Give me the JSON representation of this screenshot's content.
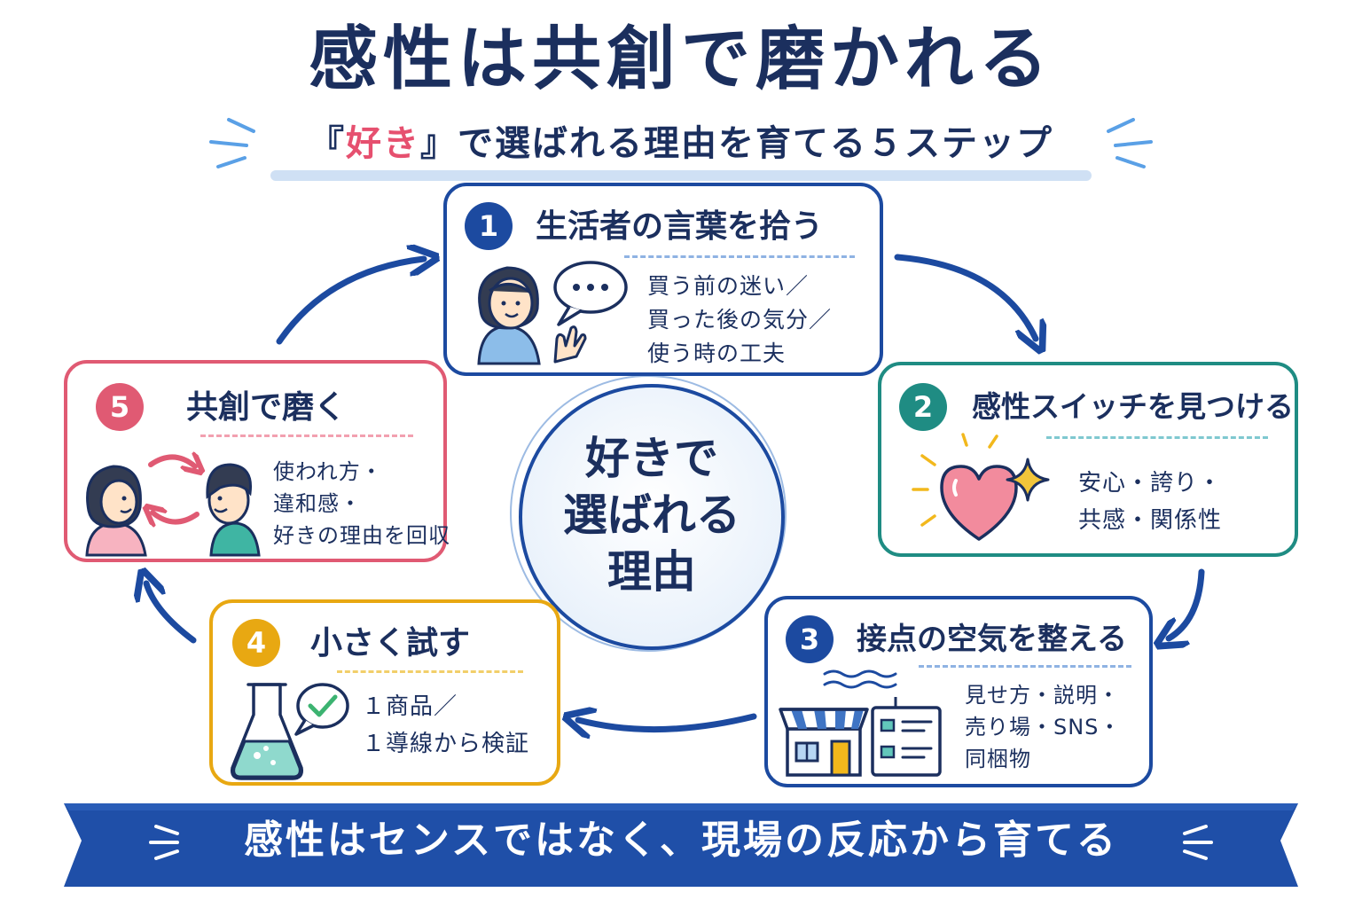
{
  "title": "感性は共創で磨かれる",
  "subtitle": {
    "open_bracket": "『",
    "highlight": "好き",
    "rest": "』で選ばれる理由を育てる５ステップ"
  },
  "center": {
    "lines": [
      "好きで",
      "選ばれる",
      "理由"
    ]
  },
  "steps": [
    {
      "num": "1",
      "title": "生活者の言葉を拾う",
      "lines": [
        "買う前の迷い／",
        "買った後の気分／",
        "使う時の工夫"
      ],
      "color": "#1c4aa0"
    },
    {
      "num": "2",
      "title": "感性スイッチを見つける",
      "lines": [
        "安心・誇り・",
        "共感・関係性"
      ],
      "color": "#1f8c83"
    },
    {
      "num": "3",
      "title": "接点の空気を整える",
      "lines": [
        "見せ方・説明・",
        "売り場・SNS・",
        "同梱物"
      ],
      "color": "#1c4aa0"
    },
    {
      "num": "4",
      "title": "小さく試す",
      "lines": [
        "１商品／",
        "１導線から検証"
      ],
      "color": "#e8a812"
    },
    {
      "num": "5",
      "title": "共創で磨く",
      "lines": [
        "使われ方・",
        "違和感・",
        "好きの理由を回収"
      ],
      "color": "#e05a73"
    }
  ],
  "banner": "感性はセンスではなく、現場の反応から育てる",
  "colors": {
    "navy": "#1b2f5e",
    "blue": "#1c4aa0",
    "teal": "#1f8c83",
    "yellow": "#e8a812",
    "pink": "#e05a73"
  },
  "icons": [
    "person-speaking-icon",
    "speech-bubble-icon",
    "heart-icon",
    "sparkle-icon",
    "shop-icon",
    "info-board-icon",
    "flask-icon",
    "check-bubble-icon",
    "two-people-icon",
    "cycle-arrows-icon"
  ]
}
